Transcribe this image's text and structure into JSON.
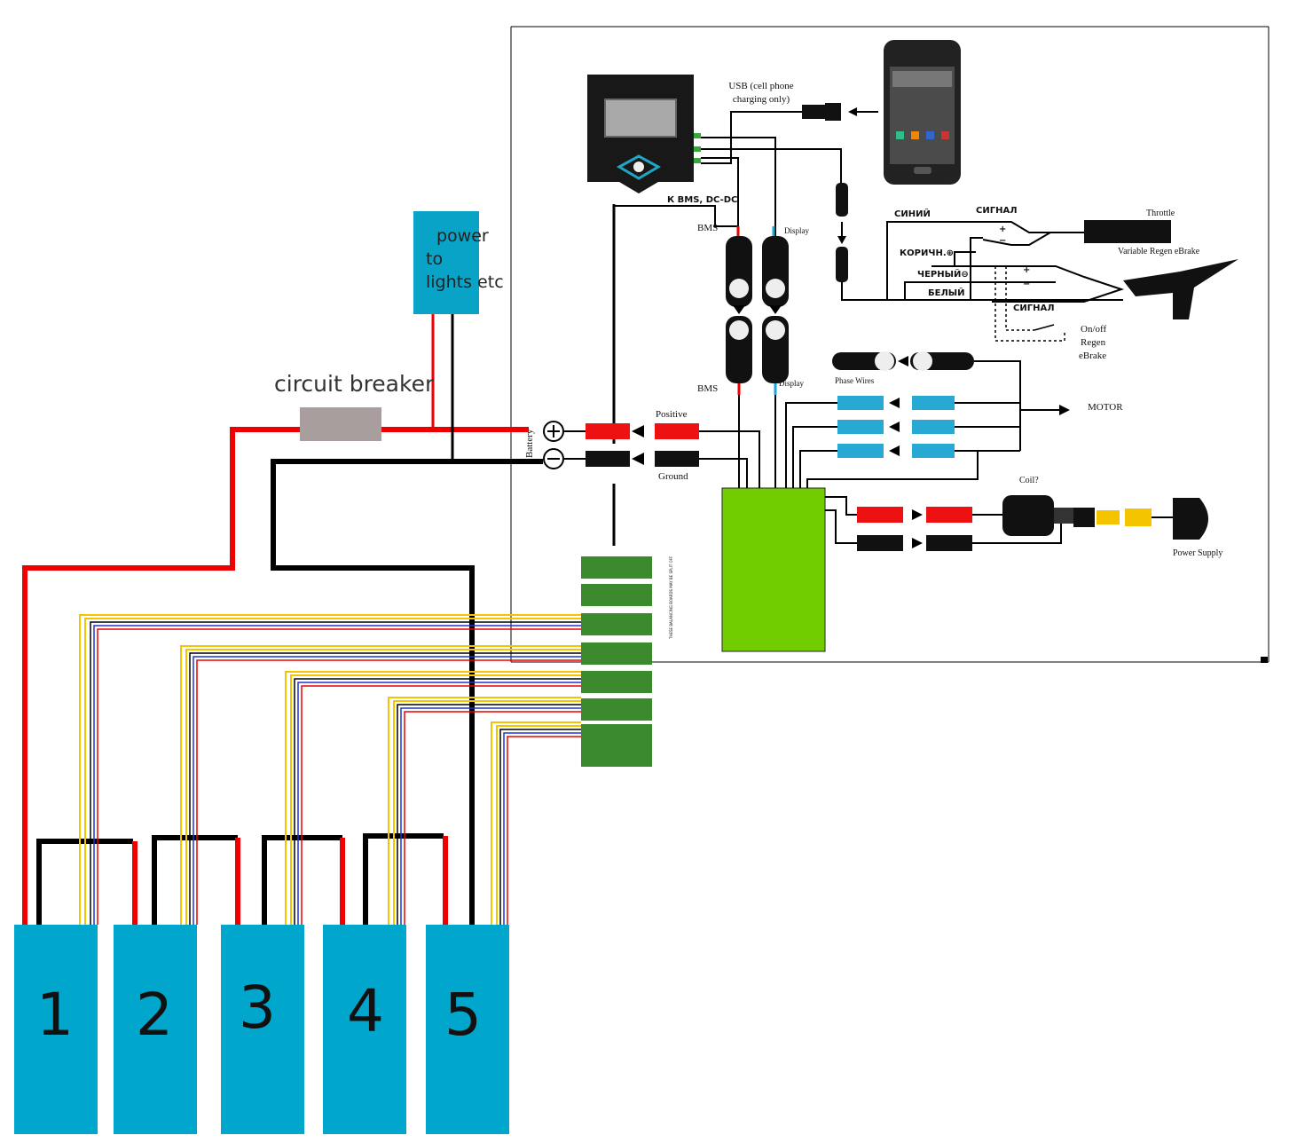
{
  "labels": {
    "circuit_breaker": "circuit breaker",
    "power_box": [
      "power",
      "to",
      "lights etc"
    ],
    "usb": [
      "USB (cell phone",
      "charging only)"
    ],
    "k_bms": "К BMS, DC-DC",
    "bms_top": "BMS",
    "display_top": "Display",
    "bms_bottom": "BMS",
    "display_bottom": "Display",
    "battery": "Battery",
    "positive": "Positive",
    "ground": "Ground",
    "phase_wires": "Phase Wires",
    "motor": "MOTOR",
    "coil": "Coil?",
    "power_supply": "Power Supply",
    "throttle": "Throttle",
    "variable_regen": "Variable Regen eBrake",
    "onoff": [
      "On/off",
      "Regen",
      "eBrake"
    ],
    "sinii": "СИНИЙ",
    "signal_top": "СИГНАЛ",
    "korichn": "КОРИЧН.⊕",
    "chernyi": "ЧЕРНЫЙ⊖",
    "belyi": "БЕЛЫЙ",
    "signal_bottom": "СИГНАЛ",
    "balancing_note": "THESE BALANCING BOARDS MAY BE SPLIT OFF",
    "plus_sign": "+",
    "minus_sign": "−"
  },
  "batteries": [
    "1",
    "2",
    "3",
    "4",
    "5"
  ],
  "colors": {
    "battery_cell": "#00a6cc",
    "power_box": "#0aa3c8",
    "breaker": "#a89e9e",
    "controller": "#72cd00",
    "wire_red": "#ee0000",
    "wire_black": "#000000",
    "connector_blue": "#28a9d3",
    "connector_yellow": "#f5c400",
    "pcb_green": "#3c8a2e"
  }
}
